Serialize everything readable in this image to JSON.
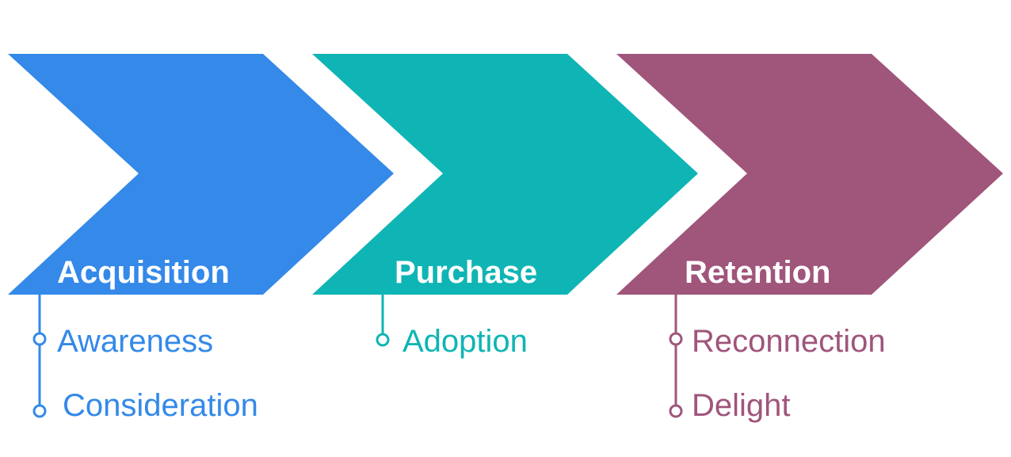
{
  "stages": [
    {
      "title": "Acquisition",
      "color": "#3489e9",
      "items": [
        "Awareness",
        "Consideration"
      ]
    },
    {
      "title": "Purchase",
      "color": "#0fb5b4",
      "items": [
        "Adoption"
      ]
    },
    {
      "title": "Retention",
      "color": "#a0557b",
      "items": [
        "Reconnection",
        "Delight"
      ]
    }
  ]
}
